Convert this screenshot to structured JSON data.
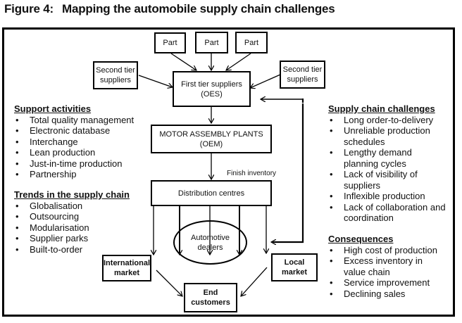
{
  "figure": {
    "number": "Figure 4:",
    "title": "Mapping the automobile supply chain challenges"
  },
  "nodes": {
    "part_1": "Part",
    "part_2": "Part",
    "part_3": "Part",
    "second_tier_left": "Second tier suppliers",
    "second_tier_right": "Second tier suppliers",
    "first_tier": "First tier suppliers (OES)",
    "assembly": "MOTOR ASSEMBLY PLANTS (OEM)",
    "finish_inventory": "Finish inventory",
    "distribution": "Distribution centres",
    "dealers": "Automotive dealers",
    "international": "International market",
    "local": "Local market",
    "end_customers": "End customers"
  },
  "support_activities": {
    "heading": "Support activities",
    "items": [
      "Total quality management",
      "Electronic database",
      "Interchange",
      "Lean production",
      "Just-in-time production",
      "Partnership"
    ]
  },
  "trends": {
    "heading": "Trends in the supply chain",
    "items": [
      "Globalisation",
      "Outsourcing",
      "Modularisation",
      "Supplier parks",
      "Built-to-order"
    ]
  },
  "challenges": {
    "heading": "Supply chain challenges",
    "items": [
      "Long order-to-delivery",
      "Unreliable production schedules",
      "Lengthy demand planning cycles",
      "Lack of visibility of suppliers",
      "Inflexible production",
      "Lack of collaboration and coordination"
    ]
  },
  "consequences": {
    "heading": "Consequences",
    "items": [
      "High cost of production",
      "Excess inventory in value chain",
      "Service improvement",
      "Declining sales"
    ]
  }
}
